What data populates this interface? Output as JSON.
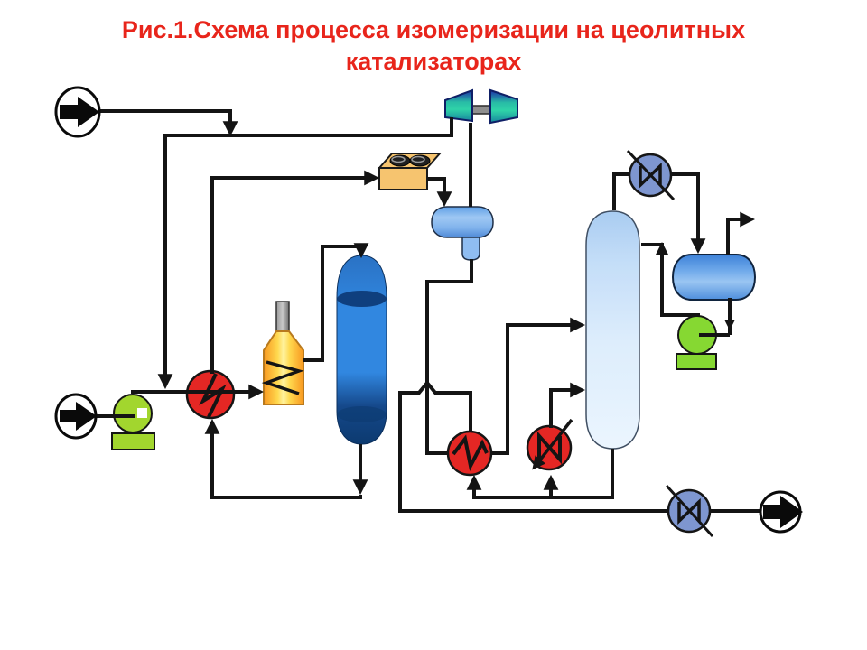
{
  "title": {
    "line1": "Рис.1.Схема процесса изомеризации на цеолитных",
    "line2": "катализаторах"
  },
  "colors": {
    "title_red": "#E8251B",
    "flow_line": "#141414",
    "exchanger_red": "#E42724",
    "pump_green_left": "#A2D62E",
    "pump_green_right": "#86D832",
    "utility_cooler_blue": "#7E96D0",
    "air_cooler_tan": "#F6C46F",
    "furnace_orange": "#F89820",
    "furnace_yellow": "#FFF3A0",
    "reactor_blue": "#2F84DC",
    "column_blue": "#DCEDFC",
    "separator_blue": "#9FC8F3",
    "drum_blue": "#6FA9EA",
    "compressor_teal": "#2FD3A8",
    "compressor_navy": "#1B2FA8"
  },
  "equipment": [
    {
      "name": "hydrogen-inlet-arrow",
      "symbol": "stream-inlet-circle-arrow"
    },
    {
      "name": "recycle-compressor",
      "symbol": "twin-trapezoid-compressor"
    },
    {
      "name": "air-cooler",
      "symbol": "box-with-two-fans"
    },
    {
      "name": "separator",
      "symbol": "horizontal-vessel-with-boot"
    },
    {
      "name": "feed-inlet-arrow",
      "symbol": "stream-inlet-circle-arrow"
    },
    {
      "name": "feed-pump",
      "symbol": "pump-circle-on-base"
    },
    {
      "name": "feed-effluent-exchanger",
      "symbol": "red-circle-zigzag"
    },
    {
      "name": "furnace",
      "symbol": "fired-heater-with-stack"
    },
    {
      "name": "reactor",
      "symbol": "vertical-blue-vessel"
    },
    {
      "name": "feed-bottoms-exchanger",
      "symbol": "red-circle-zigzag"
    },
    {
      "name": "reboiler-exchanger",
      "symbol": "red-circle-zigzag-with-utility-arrows"
    },
    {
      "name": "stabilizer-column",
      "symbol": "tall-light-blue-column"
    },
    {
      "name": "overhead-condenser",
      "symbol": "blue-circle-cooler"
    },
    {
      "name": "reflux-drum",
      "symbol": "horizontal-blue-drum"
    },
    {
      "name": "reflux-pump",
      "symbol": "pump-circle-on-base"
    },
    {
      "name": "product-cooler",
      "symbol": "blue-circle-cooler"
    },
    {
      "name": "product-outlet-arrow",
      "symbol": "stream-outlet-circle-arrow"
    }
  ]
}
